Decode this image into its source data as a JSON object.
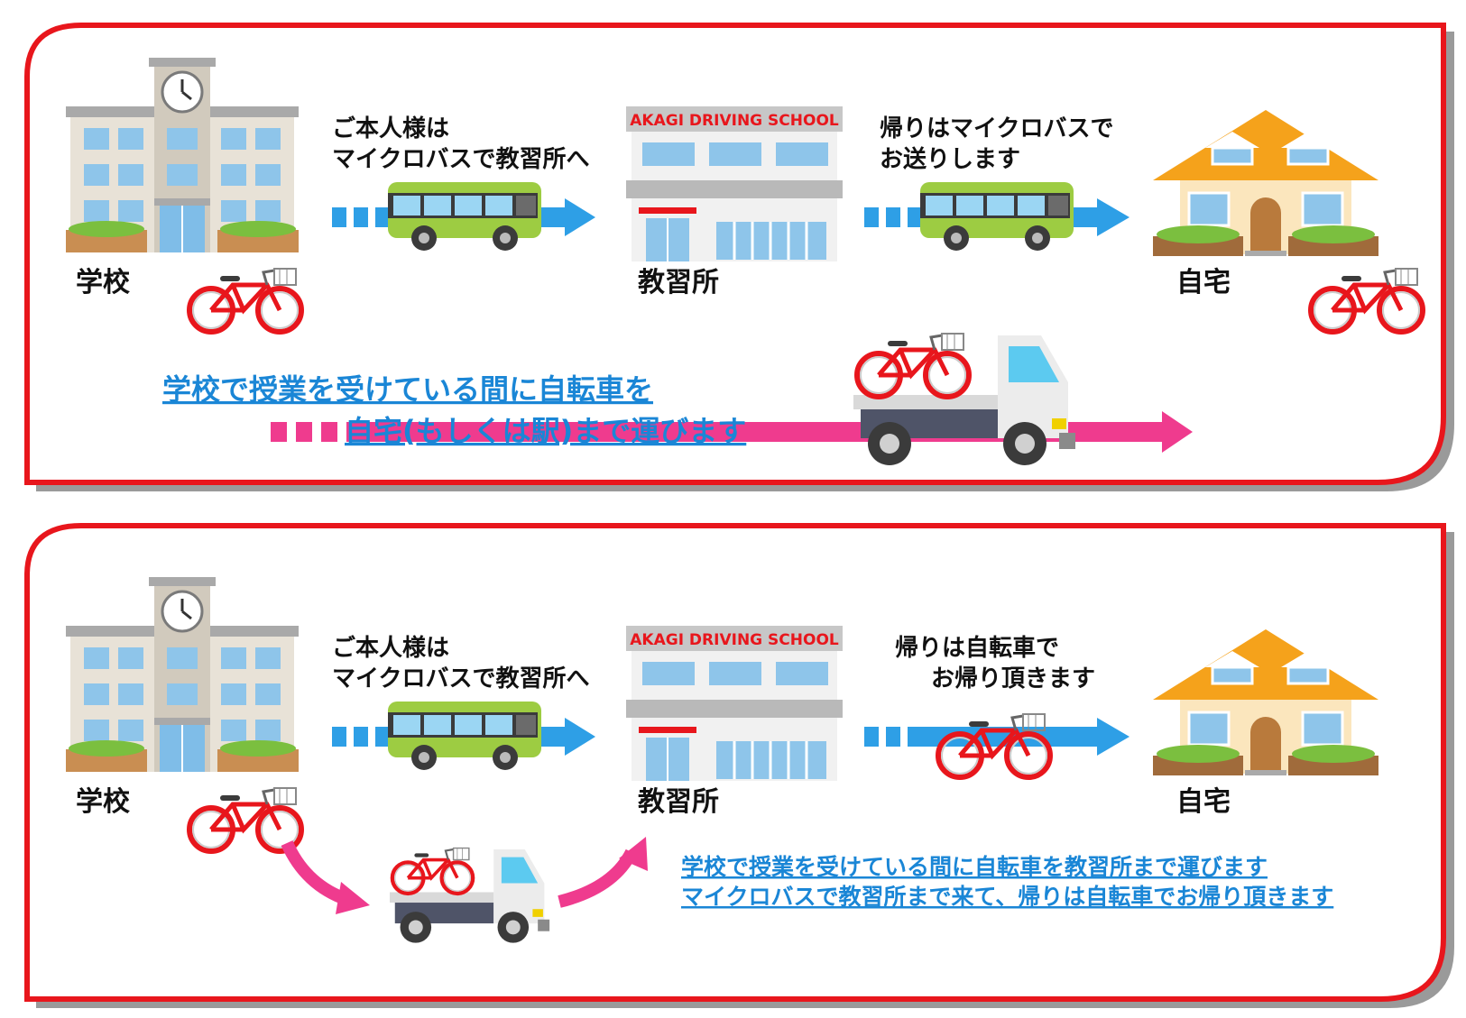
{
  "colors": {
    "frame": "#e8161c",
    "shadow": "#9a9a9a",
    "blue_arrow": "#2e9fe6",
    "pink_arrow": "#ef3b8e",
    "note_text": "#1a86d6",
    "bus_body": "#9dcc42",
    "house_roof": "#f5a21b",
    "bike": "#e8161c"
  },
  "icons": [
    "school-building-icon",
    "clock-icon",
    "bus-icon",
    "driving-school-building-icon",
    "house-icon",
    "bicycle-icon",
    "truck-icon",
    "arrow-icon"
  ],
  "panel1": {
    "school_label": "学校",
    "step1_line1": "ご本人様は",
    "step1_line2": "マイクロバスで教習所へ",
    "driving_school_sign": "AKAGI DRIVING SCHOOL",
    "driving_school_label": "教習所",
    "step2_line1": "帰りはマイクロバスで",
    "step2_line2": "お送りします",
    "home_label": "自宅",
    "note_line1": "学校で授業を受けている間に自転車を",
    "note_line2": "自宅(もしくは駅)まで運びます"
  },
  "panel2": {
    "school_label": "学校",
    "step1_line1": "ご本人様は",
    "step1_line2": "マイクロバスで教習所へ",
    "driving_school_sign": "AKAGI DRIVING SCHOOL",
    "driving_school_label": "教習所",
    "step2_line1": "帰りは自転車で",
    "step2_line2": "お帰り頂きます",
    "home_label": "自宅",
    "note_line1": "学校で授業を受けている間に自転車を教習所まで運びます",
    "note_line2": "マイクロバスで教習所まで来て、帰りは自転車でお帰り頂きます"
  }
}
